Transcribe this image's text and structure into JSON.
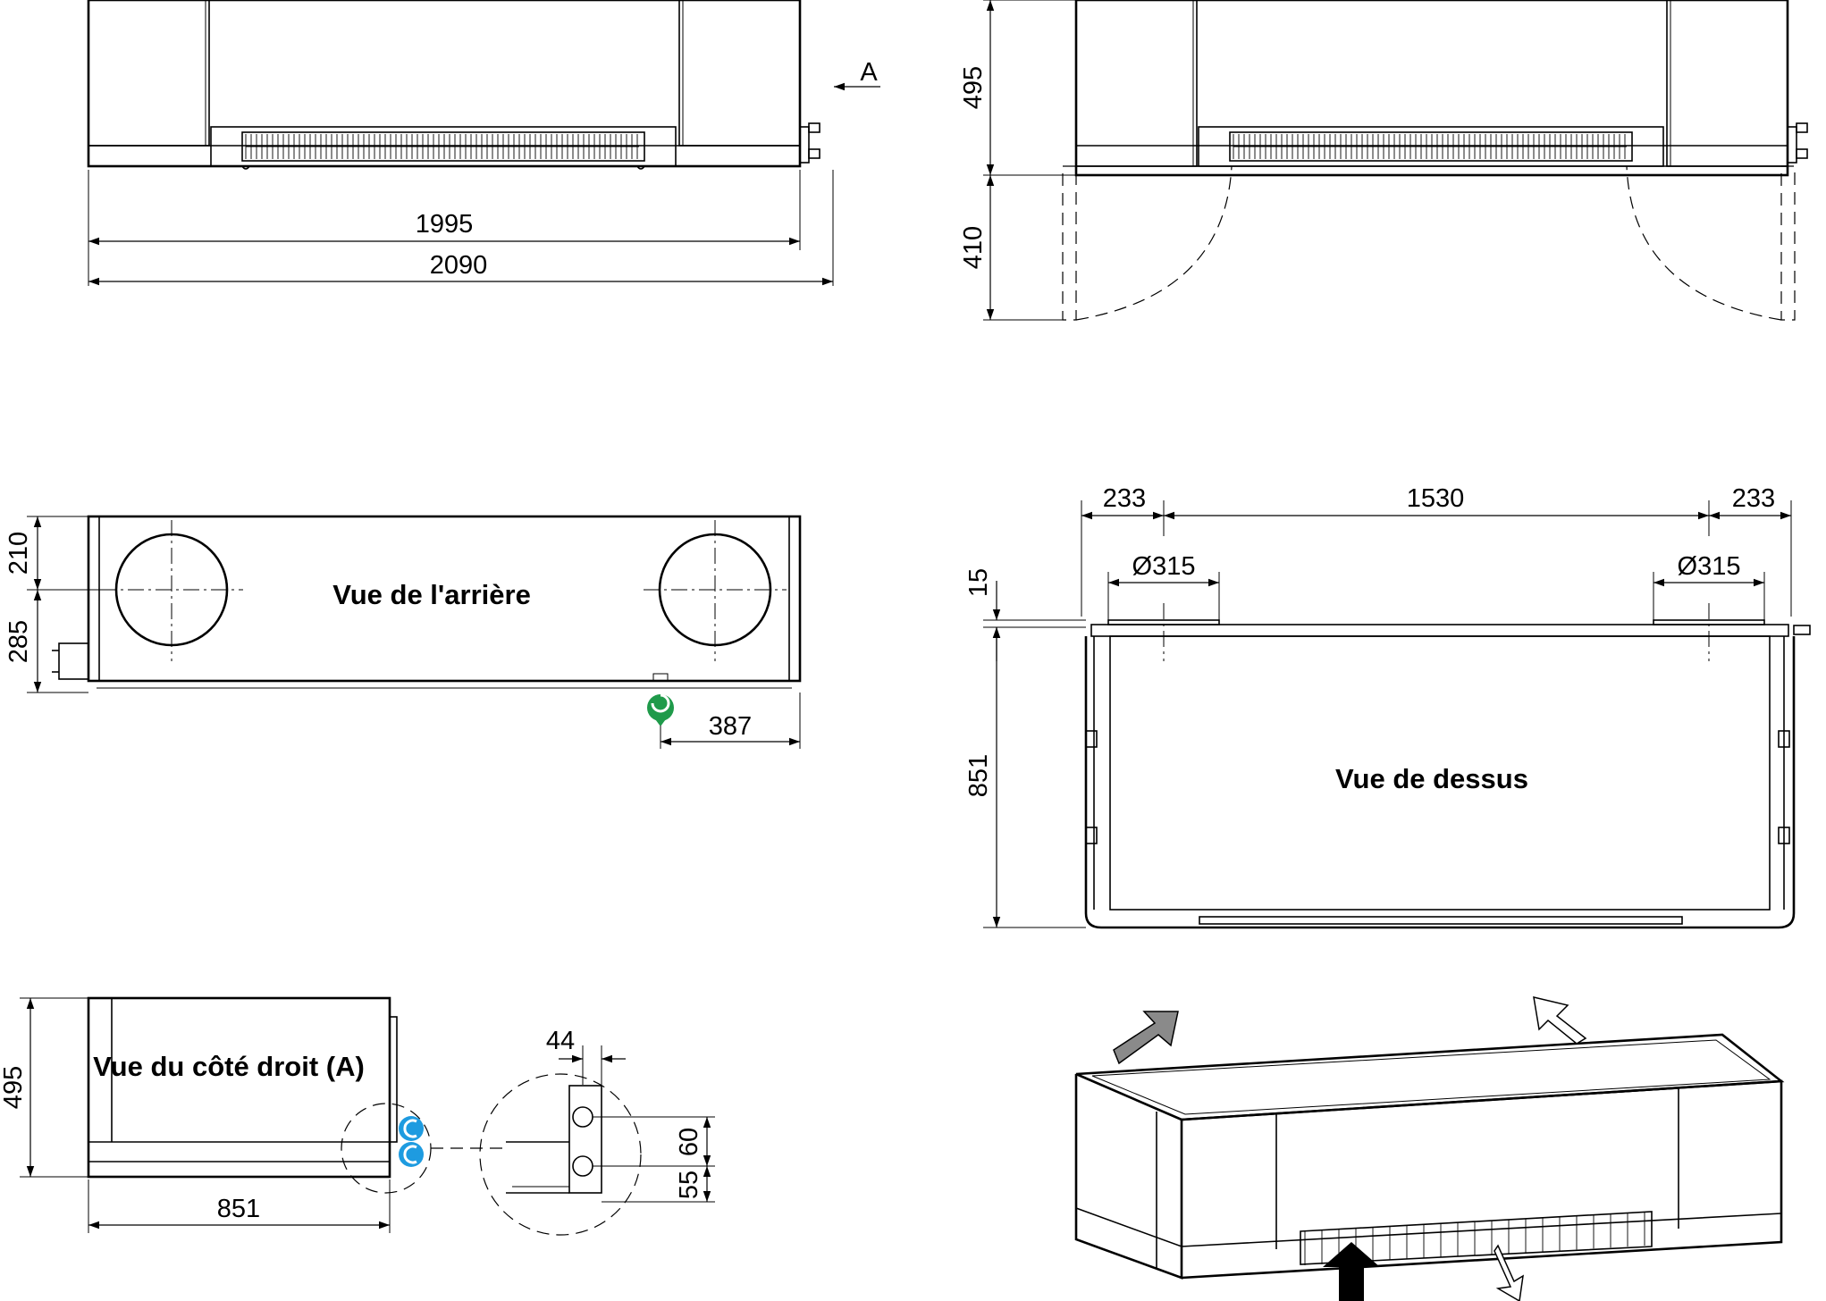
{
  "views": {
    "rear": "Vue de l'arrière",
    "top": "Vue de dessus",
    "right_side": "Vue du côté droit (A)"
  },
  "view_marker": "A",
  "dimensions": {
    "front_width_inner": "1995",
    "front_width_total": "2090",
    "front_height": "495",
    "door_swing": "410",
    "rear_upper": "210",
    "rear_lower": "285",
    "rear_drain_offset": "387",
    "top_left_offset": "233",
    "top_duct_spacing": "1530",
    "top_right_offset": "233",
    "duct_left_diameter": "Ø315",
    "duct_right_diameter": "Ø315",
    "collar_height": "15",
    "depth": "851",
    "side_height": "495",
    "side_depth": "851",
    "connection_offset": "44",
    "connection_spacing": "60",
    "connection_bottom": "55"
  },
  "colors": {
    "line": "#000000",
    "water_connection": "#1e9be0",
    "drain": "#1f9a4a",
    "airflow_arrow": "#8a8a8a"
  }
}
